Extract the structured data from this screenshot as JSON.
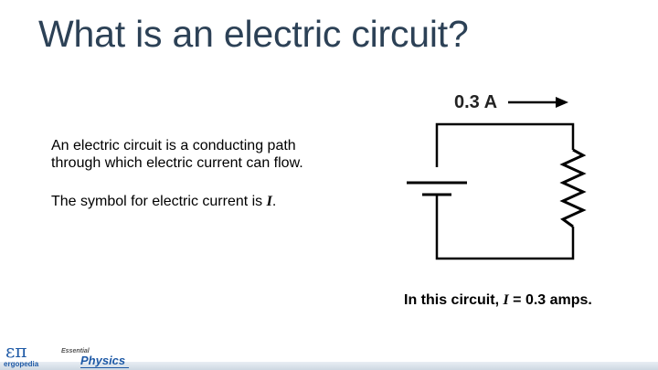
{
  "slide": {
    "title": "What is an electric circuit?",
    "definition_lines": [
      "An electric circuit is a conducting path",
      "through which electric current can flow."
    ],
    "symbol_prefix": "The symbol for electric current is ",
    "symbol": "I",
    "symbol_suffix": ".",
    "caption_prefix": "In this circuit, ",
    "caption_symbol": "I",
    "caption_suffix": " = 0.3 amps."
  },
  "circuit": {
    "current_label": "0.3 A",
    "wire_color": "#000000"
  },
  "footer": {
    "logo_symbol": "επ",
    "logo_text": "ergopedia",
    "brand_small": "Essential",
    "brand_large": "Physics",
    "accent_color": "#1f5aa6"
  }
}
